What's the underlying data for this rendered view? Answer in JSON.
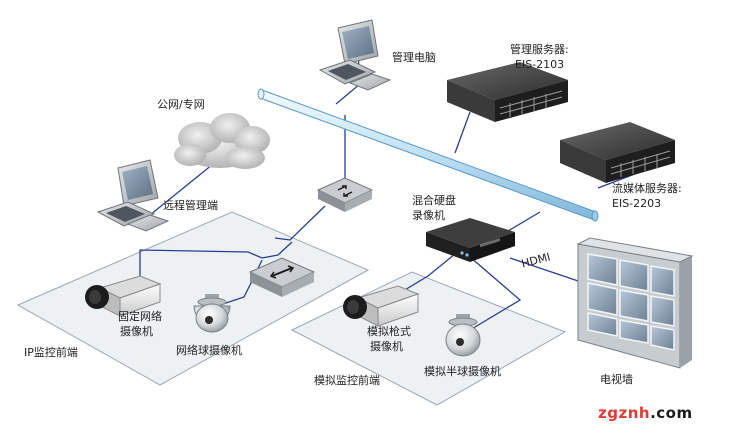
{
  "labels": {
    "mgmt_pc": "管理电脑",
    "mgmt_server_name": "管理服务器:",
    "mgmt_server_model": "EIS-2103",
    "public_net": "公网/专网",
    "remote_client": "远程管理端",
    "media_server_name": "流媒体服务器:",
    "media_server_model": "EIS-2203",
    "nvr_line1": "混合硬盘",
    "nvr_line2": "录像机",
    "hdmi": "HDMI",
    "fixed_cam_line1": "固定网络",
    "fixed_cam_line2": "摄像机",
    "net_dome_cam": "网络球摄像机",
    "ip_zone": "IP监控前端",
    "analog_bullet_line1": "模拟枪式",
    "analog_bullet_line2": "摄像机",
    "analog_dome_cam": "模拟半球摄像机",
    "analog_zone": "模拟监控前端",
    "video_wall": "电视墙"
  },
  "watermark": {
    "part1": "zgznh",
    "part2": ".com",
    "color1": "#e53935",
    "color2": "#1a1a1a"
  },
  "colors": {
    "backbone_fill": "#cfe6f5",
    "backbone_stroke": "#5a9bc8",
    "zone_fill": "#eef1f4",
    "zone_stroke": "#9aa7b6",
    "cable": "#2b3d8f",
    "device_dark": "#1c1c1c"
  }
}
